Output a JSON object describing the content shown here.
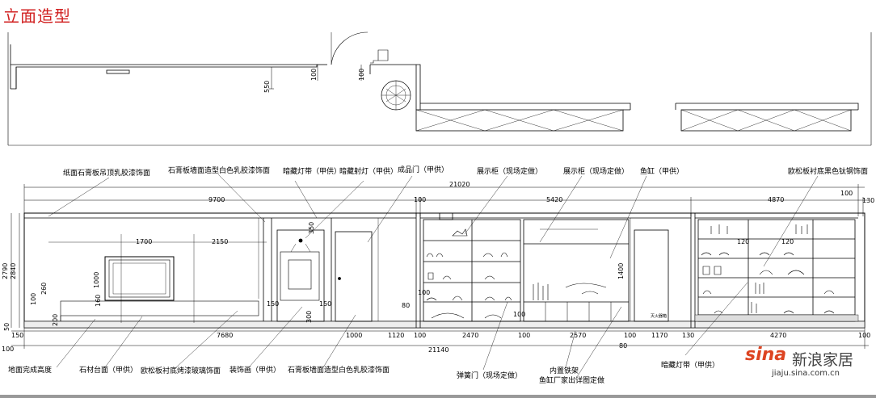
{
  "title": "立面造型",
  "plan_dims": {
    "d100a": "100",
    "d550": "550",
    "d100b": "100"
  },
  "top_labels": [
    {
      "key": "l1",
      "text": "纸面石膏板吊顶乳胶漆饰面"
    },
    {
      "key": "l2",
      "text": "石膏板墙面造型白色乳胶漆饰面"
    },
    {
      "key": "l3",
      "text": "暗藏灯带（甲供）"
    },
    {
      "key": "l4",
      "text": "暗藏射灯（甲供）"
    },
    {
      "key": "l5",
      "text": "成品门（甲供）"
    },
    {
      "key": "l6",
      "text": "展示柜（现场定做）"
    },
    {
      "key": "l7",
      "text": "展示柜（现场定做）"
    },
    {
      "key": "l8",
      "text": "鱼缸（甲供）"
    },
    {
      "key": "l9",
      "text": "欧松板衬底黑色钛钢饰面"
    }
  ],
  "top_dims": {
    "total": "21020",
    "seg1": "9700",
    "seg2": "100",
    "seg3": "5420",
    "seg4": "4870",
    "seg5": "100",
    "seg6": "130"
  },
  "inner_dims": {
    "d1700": "1700",
    "d2150": "2150",
    "d350": "350",
    "d1000": "1000",
    "d260": "260",
    "d100l": "100",
    "d160": "160",
    "d200": "200",
    "d150a": "150",
    "d150b": "150",
    "d300": "300",
    "d80": "80",
    "d100m": "100",
    "d100n": "100",
    "d1400": "1400",
    "d120a": "120",
    "d120b": "120",
    "d2790": "2790",
    "d2840": "2840",
    "d50": "50"
  },
  "bottom_dims": {
    "b150": "150",
    "b7680": "7680",
    "b1000": "1000",
    "b1120": "1120",
    "b100a": "100",
    "b2470": "2470",
    "b100b": "100",
    "b2570": "2570",
    "b100c": "100",
    "b1170": "1170",
    "b130": "130",
    "b4270": "4270",
    "b100d": "100",
    "b80": "80",
    "total": "21140",
    "b100l": "100"
  },
  "bottom_labels": [
    {
      "key": "b1",
      "text": "地面完成高度"
    },
    {
      "key": "b2",
      "text": "石材台面（甲供）"
    },
    {
      "key": "b3",
      "text": "欧松板衬底烤漆玻璃饰面"
    },
    {
      "key": "b4",
      "text": "装饰画（甲供）"
    },
    {
      "key": "b5",
      "text": "石膏板墙面造型白色乳胶漆饰面"
    },
    {
      "key": "b6",
      "text": "弹簧门（现场定做）"
    },
    {
      "key": "b7",
      "text": "内置铁架"
    },
    {
      "key": "b8",
      "text": "鱼缸厂家出详图定做"
    },
    {
      "key": "b9",
      "text": "暗藏灯带（甲供）"
    }
  ],
  "tiny_text": "灭火器箱",
  "watermark": {
    "logo": "sina",
    "brand": "新浪家居",
    "url": "jiaju.sina.com.cn"
  }
}
